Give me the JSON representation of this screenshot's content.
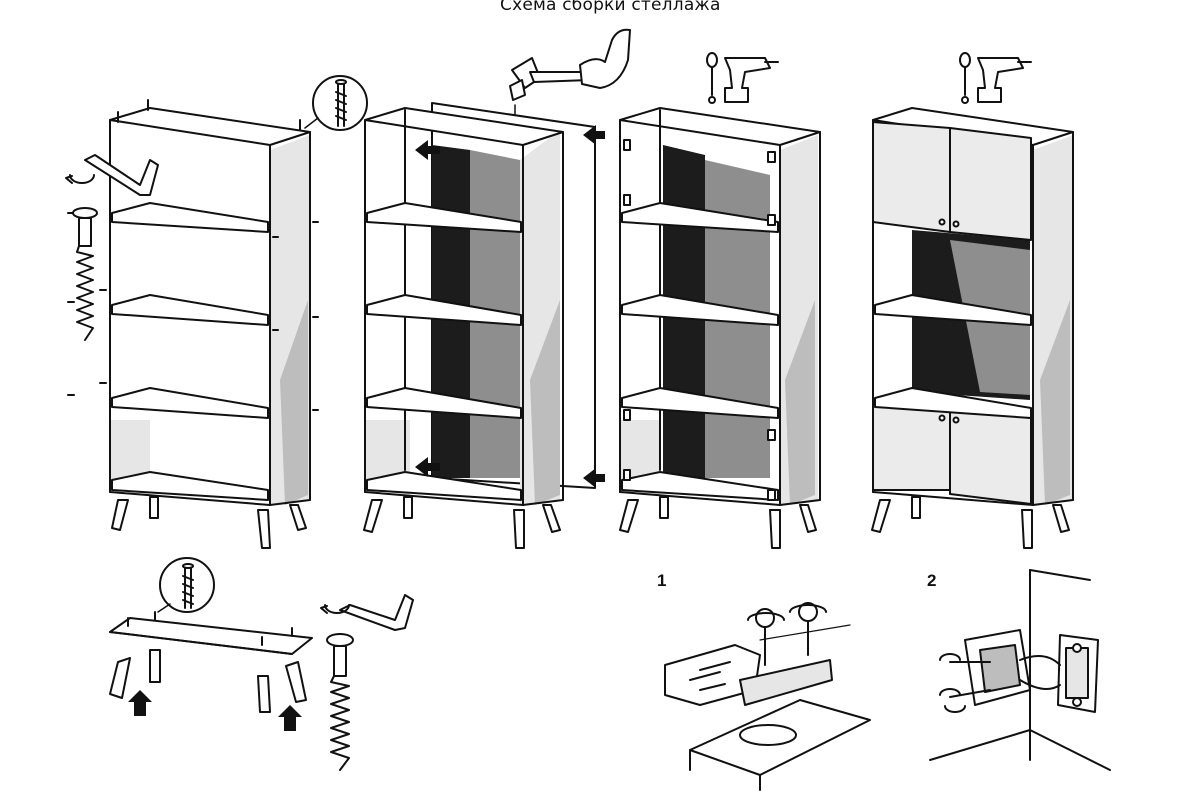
{
  "title": "Схема сборки стеллажа",
  "steps": [
    {
      "number": "1"
    },
    {
      "number": "2"
    }
  ],
  "colors": {
    "line": "#111111",
    "shade_light": "#e6e6e6",
    "shade_mid": "#bdbdbd",
    "shade_dark": "#8e8e8e",
    "back_panel": "#1c1c1c",
    "door": "#ebebeb"
  },
  "icons": [
    "hex-key-icon",
    "screw-icon",
    "hammer-icon",
    "hand-icon",
    "screwdriver-icon",
    "drill-icon",
    "arrow-icon",
    "hinge-icon"
  ]
}
